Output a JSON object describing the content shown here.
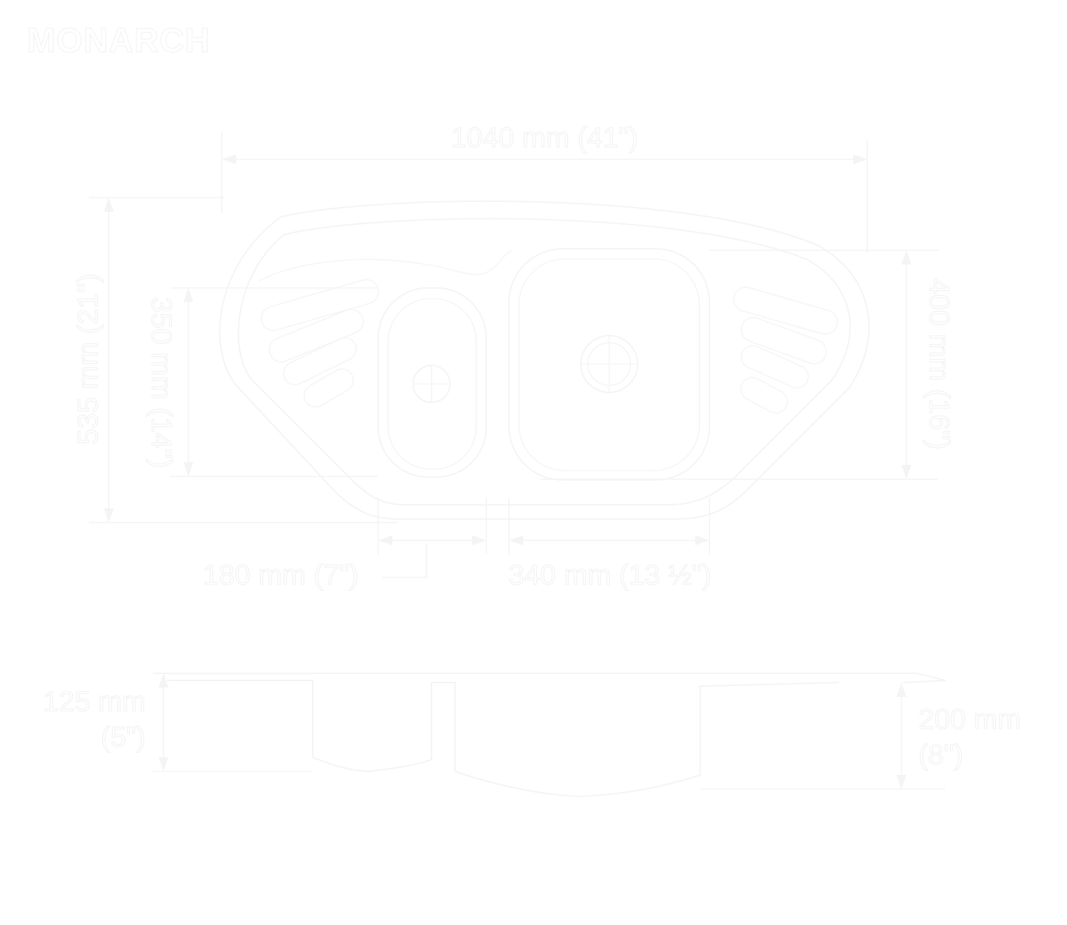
{
  "brand": "MONARCH",
  "dimensions": {
    "overall_width": "1040 mm (41\")",
    "overall_depth": "535 mm (21\")",
    "left_bowl_depth": "350 mm (14\")",
    "right_bowl_depth": "400 mm (16\")",
    "left_bowl_width": "180 mm (7\")",
    "right_bowl_width": "340 mm (13 ½\")",
    "left_bowl_height_line1": "125 mm",
    "left_bowl_height_line2": "(5\")",
    "right_bowl_height_line1": "200 mm",
    "right_bowl_height_line2": "(8\")"
  },
  "colors": {
    "line": "#f4f4f4",
    "background": "#ffffff"
  }
}
